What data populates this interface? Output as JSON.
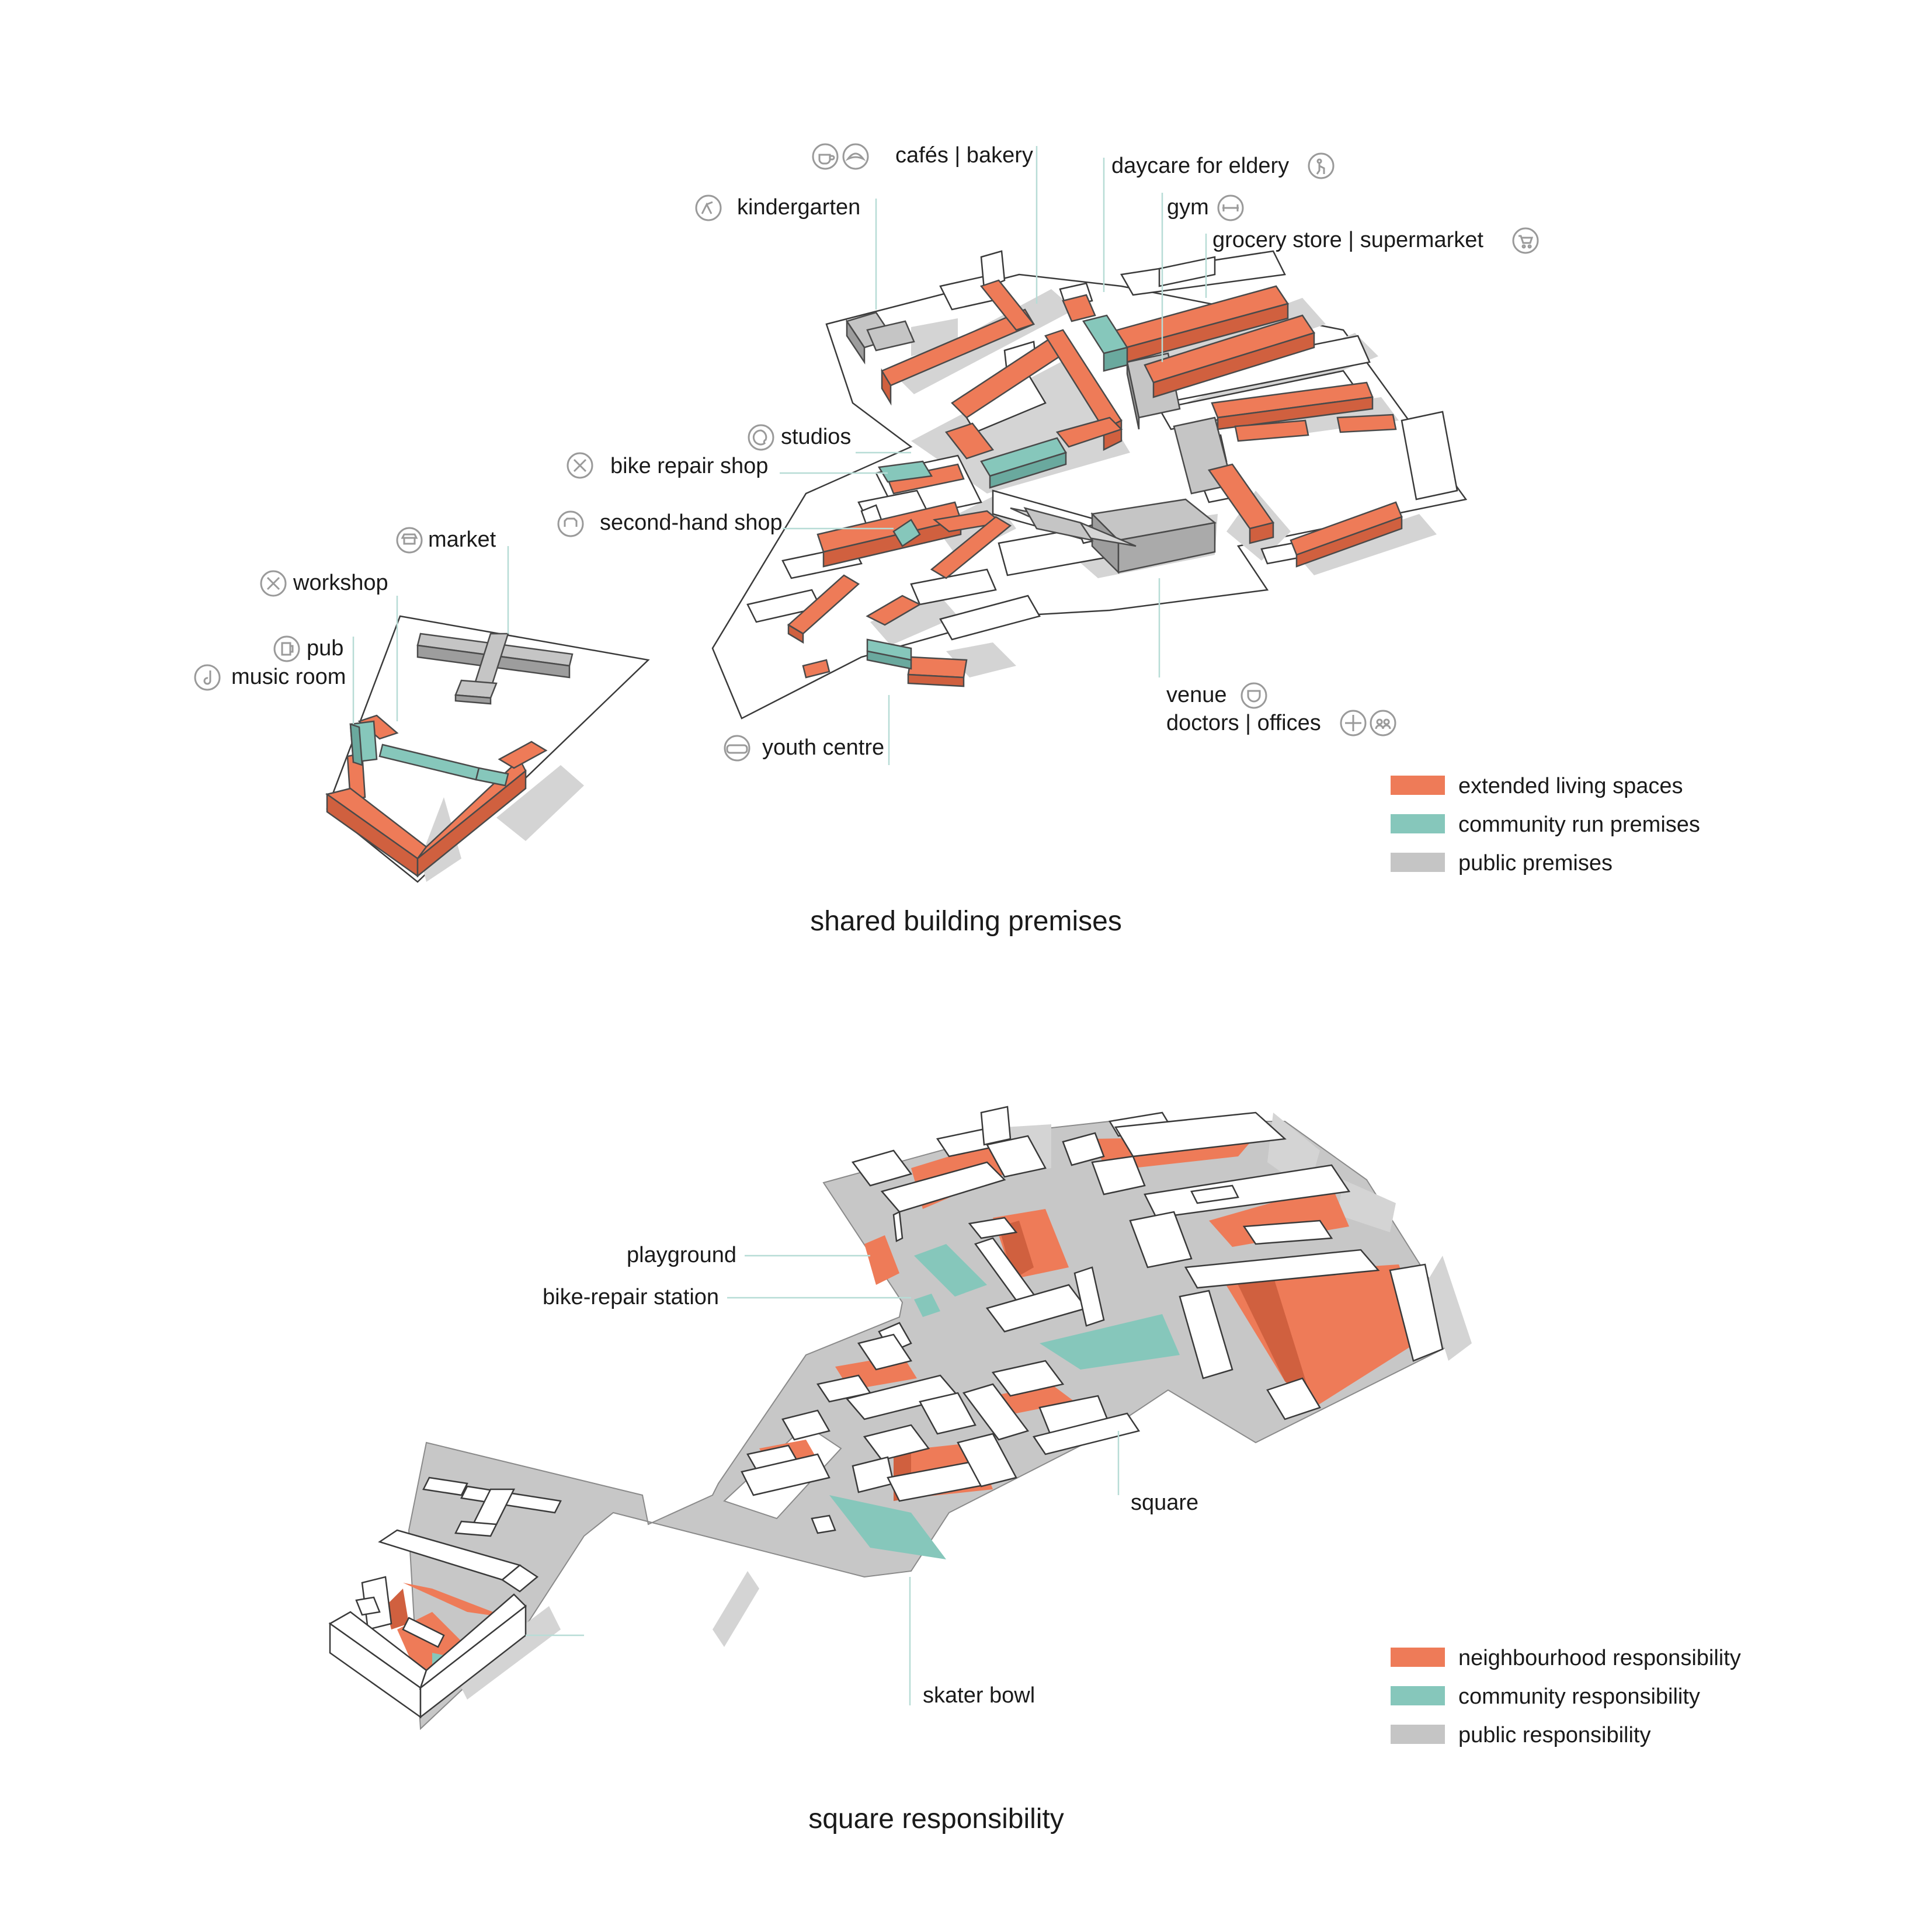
{
  "colors": {
    "orange": "#ee7b58",
    "orange_dark": "#d0603f",
    "teal": "#86c7bb",
    "teal_dark": "#6aa99e",
    "grey": "#c5c5c5",
    "grey_dark": "#9d9d9d",
    "leader": "#b7dcd6"
  },
  "top": {
    "title": "shared building premises",
    "labels": [
      {
        "text": "cafés | bakery",
        "icon": "coffee-cup-icon"
      },
      {
        "text": "daycare for eldery",
        "icon": "elderly-person-icon"
      },
      {
        "text": "kindergarten",
        "icon": "child-icon"
      },
      {
        "text": "gym",
        "icon": "dumbbell-icon"
      },
      {
        "text": "grocery store | supermarket",
        "icon": "shopping-cart-icon"
      },
      {
        "text": "studios",
        "icon": "palette-icon"
      },
      {
        "text": "bike repair shop",
        "icon": "wrench-icon"
      },
      {
        "text": "second-hand shop",
        "icon": "clothes-icon"
      },
      {
        "text": "market",
        "icon": "market-stall-icon"
      },
      {
        "text": "workshop",
        "icon": "tools-icon"
      },
      {
        "text": "pub",
        "icon": "beer-icon"
      },
      {
        "text": "music room",
        "icon": "music-note-icon"
      },
      {
        "text": "youth centre",
        "icon": "game-controller-icon"
      },
      {
        "text": "venue",
        "icon": "theatre-mask-icon"
      },
      {
        "text": "doctors | offices",
        "icon": "medical-cross-icon"
      }
    ],
    "legend": [
      {
        "label": "extended living spaces",
        "color": "#ee7b58"
      },
      {
        "label": "community run premises",
        "color": "#86c7bb"
      },
      {
        "label": "public premises",
        "color": "#c5c5c5"
      }
    ]
  },
  "bottom": {
    "title": "square responsibility",
    "labels": [
      {
        "text": "playground"
      },
      {
        "text": "bike-repair station"
      },
      {
        "text": "square"
      },
      {
        "text": "skater bowl"
      }
    ],
    "legend": [
      {
        "label": "neighbourhood responsibility",
        "color": "#ee7b58"
      },
      {
        "label": "community responsibility",
        "color": "#86c7bb"
      },
      {
        "label": "public responsibility",
        "color": "#c5c5c5"
      }
    ]
  }
}
